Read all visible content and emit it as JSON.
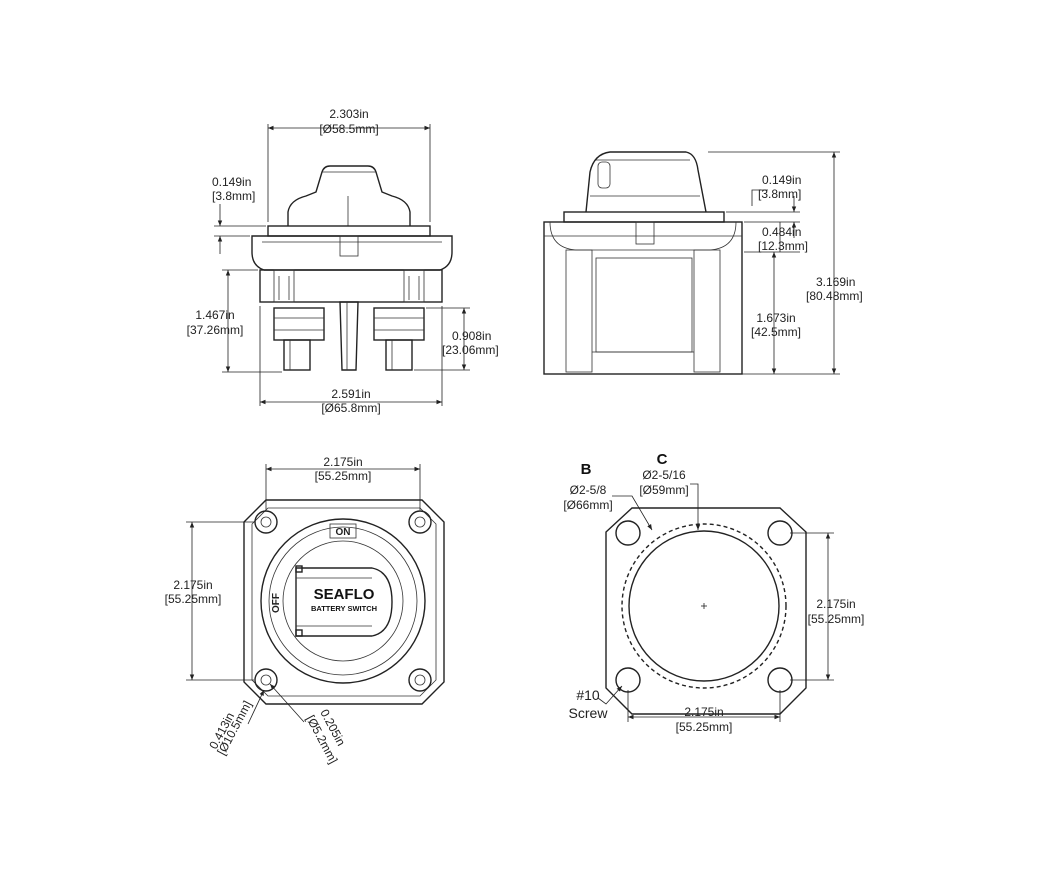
{
  "front_view": {
    "width_top": {
      "in": "2.303in",
      "mm": "[Ø58.5mm]"
    },
    "flange": {
      "in": "0.149in",
      "mm": "[3.8mm]"
    },
    "stud_height": {
      "in": "1.467in",
      "mm": "[37.26mm]"
    },
    "stud_spacing": {
      "in": "0.908in",
      "mm": "[23.06mm]"
    },
    "width_bottom": {
      "in": "2.591in",
      "mm": "[Ø65.8mm]"
    }
  },
  "side_view": {
    "flange": {
      "in": "0.149in",
      "mm": "[3.8mm]"
    },
    "lip": {
      "in": "0.484in",
      "mm": "[12.3mm]"
    },
    "body_height": {
      "in": "1.673in",
      "mm": "[42.5mm]"
    },
    "total_height": {
      "in": "3.169in",
      "mm": "[80.48mm]"
    }
  },
  "top_view": {
    "width": {
      "in": "2.175in",
      "mm": "[55.25mm]"
    },
    "height": {
      "in": "2.175in",
      "mm": "[55.25mm]"
    },
    "hole_outer": {
      "in": "0.413in",
      "mm": "[Ø10.5mm]"
    },
    "hole_inner": {
      "in": "0.205in",
      "mm": "[Ø5.2mm]"
    },
    "brand": "SEAFLO",
    "product": "BATTERY SWITCH",
    "on_label": "ON",
    "off_label": "OFF"
  },
  "cutout_view": {
    "label_b": "B",
    "label_c": "C",
    "dia_b": {
      "in": "Ø2-5/8",
      "mm": "[Ø66mm]"
    },
    "dia_c": {
      "in": "Ø2-5/16",
      "mm": "[Ø59mm]"
    },
    "screw_num": "#10",
    "screw_word": "Screw",
    "width": {
      "in": "2.175in",
      "mm": "[55.25mm]"
    },
    "height": {
      "in": "2.175in",
      "mm": "[55.25mm]"
    }
  }
}
